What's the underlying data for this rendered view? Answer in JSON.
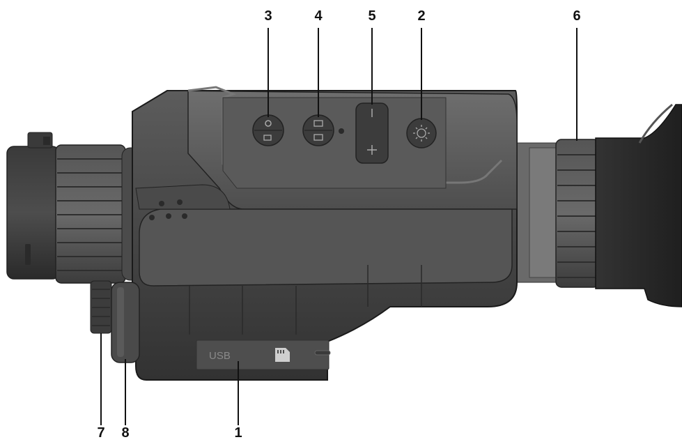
{
  "callouts": {
    "c1": "1",
    "c2": "2",
    "c3": "3",
    "c4": "4",
    "c5": "5",
    "c6": "6",
    "c7": "7",
    "c8": "8"
  },
  "ports": {
    "usb_label": "USB"
  },
  "colors": {
    "body_dark": "#3b3b3b",
    "body_mid": "#4a4a4a",
    "body_light": "#5a5a5a",
    "panel": "#6b6b6b",
    "lens": "#2e2e2e",
    "line": "#111111"
  },
  "icons": [
    "camera-video-icon",
    "image-gallery-icon",
    "minus-icon",
    "plus-icon",
    "ir-brightness-icon",
    "sd-card-icon",
    "reset-slot-icon"
  ]
}
